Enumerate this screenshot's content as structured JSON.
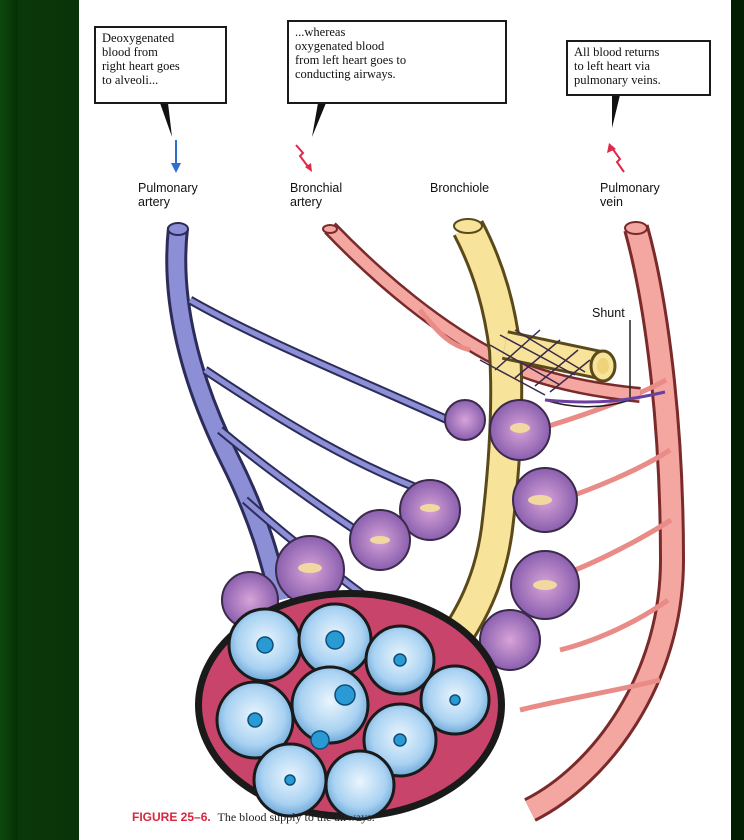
{
  "callouts": {
    "deoxygenated": "Deoxygenated\nblood from\nright heart goes\nto alveoli...",
    "oxygenated": "...whereas\noxygenated blood\nfrom left heart goes to\nconducting airways.",
    "returns": "All blood returns\nto left heart via\npulmonary veins."
  },
  "labels": {
    "pulmonary_artery": "Pulmonary\nartery",
    "bronchial_artery": "Bronchial\nartery",
    "bronchiole": "Bronchiole",
    "pulmonary_vein": "Pulmonary\nvein",
    "shunt": "Shunt"
  },
  "caption": {
    "figure": "FIGURE 25–6.",
    "text": "The blood supply to the airways."
  },
  "colors": {
    "artery_blue": "#8c8fd6",
    "bronchial_red": "#f4a6a0",
    "bronchiole_yellow": "#f7e39a",
    "alveoli_blue": "#a9d2f2",
    "arrow_blue": "#2f6fd0",
    "arrow_red": "#e0294a"
  }
}
